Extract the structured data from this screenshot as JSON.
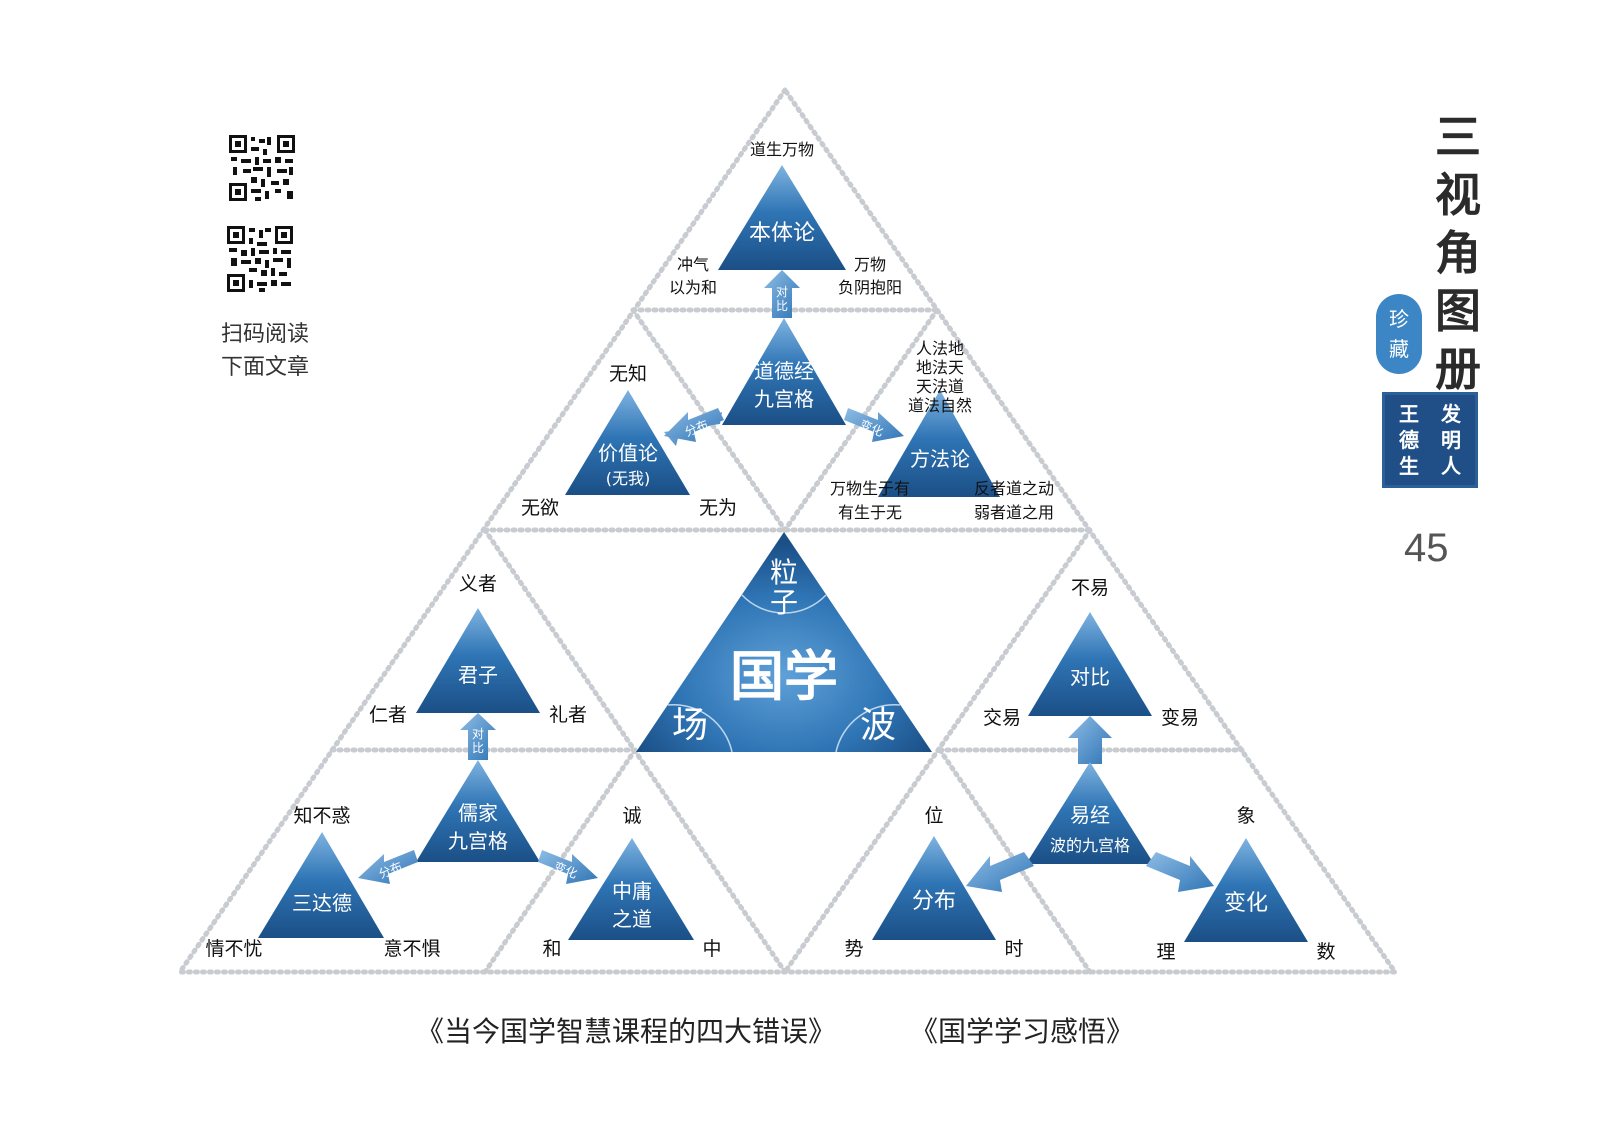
{
  "qr": {
    "label_line1": "扫码阅读",
    "label_line2": "下面文章"
  },
  "side": {
    "title_chars": [
      "三",
      "视",
      "角",
      "图",
      "册"
    ],
    "collect_chars": [
      "珍",
      "藏"
    ],
    "stamp_chars": [
      "发",
      "明",
      "人",
      "王",
      "德",
      "生"
    ],
    "page_number": "45"
  },
  "bottom": {
    "left_title": "《当今国学智慧课程的四大错误》",
    "right_title": "《国学学习感悟》"
  },
  "colors": {
    "accent": "#2f75b5",
    "accent_dark": "#1b4f86",
    "dots": "#c8ccd1"
  },
  "diagram": {
    "top": {
      "ontology": {
        "title": "本体论",
        "top": "道生万物",
        "left1": "冲气",
        "left2": "以为和",
        "right1": "万物",
        "right2": "负阴抱阳"
      },
      "daodejing": {
        "title1": "道德经",
        "title2": "九宫格"
      },
      "value": {
        "title1": "价值论",
        "title2": "(无我)",
        "top": "无知",
        "left": "无欲",
        "right": "无为"
      },
      "method": {
        "title": "方法论",
        "top1": "人法地",
        "top2": "地法天",
        "top3": "天法道",
        "top4": "道法自然",
        "left1": "万物生于有",
        "left2": "有生于无",
        "right1": "反者道之动",
        "right2": "弱者道之用"
      },
      "arrows": {
        "contrast1": "对",
        "contrast2": "比",
        "distribute": "分布",
        "change": "变化"
      }
    },
    "center": {
      "main": "国学",
      "particle1": "粒",
      "particle2": "子",
      "field": "场",
      "wave": "波"
    },
    "left": {
      "junzi": {
        "title": "君子",
        "top": "义者",
        "left": "仁者",
        "right": "礼者"
      },
      "rujia": {
        "title1": "儒家",
        "title2": "九宫格"
      },
      "sanda": {
        "title": "三达德",
        "top": "知不惑",
        "left": "情不忧",
        "right": "意不惧"
      },
      "zhongyong": {
        "title1": "中庸",
        "title2": "之道",
        "top": "诚",
        "left": "和",
        "right": "中"
      },
      "arrows": {
        "contrast1": "对",
        "contrast2": "比",
        "distribute": "分布",
        "change": "变化"
      }
    },
    "right": {
      "duibi": {
        "title": "对比",
        "top": "不易",
        "left": "交易",
        "right": "变易"
      },
      "yijing": {
        "title1": "易经",
        "title2": "波的九宫格"
      },
      "fenbu": {
        "title": "分布",
        "top": "位",
        "left": "势",
        "right": "时"
      },
      "bianhua": {
        "title": "变化",
        "top": "象",
        "left": "理",
        "right": "数"
      }
    }
  }
}
